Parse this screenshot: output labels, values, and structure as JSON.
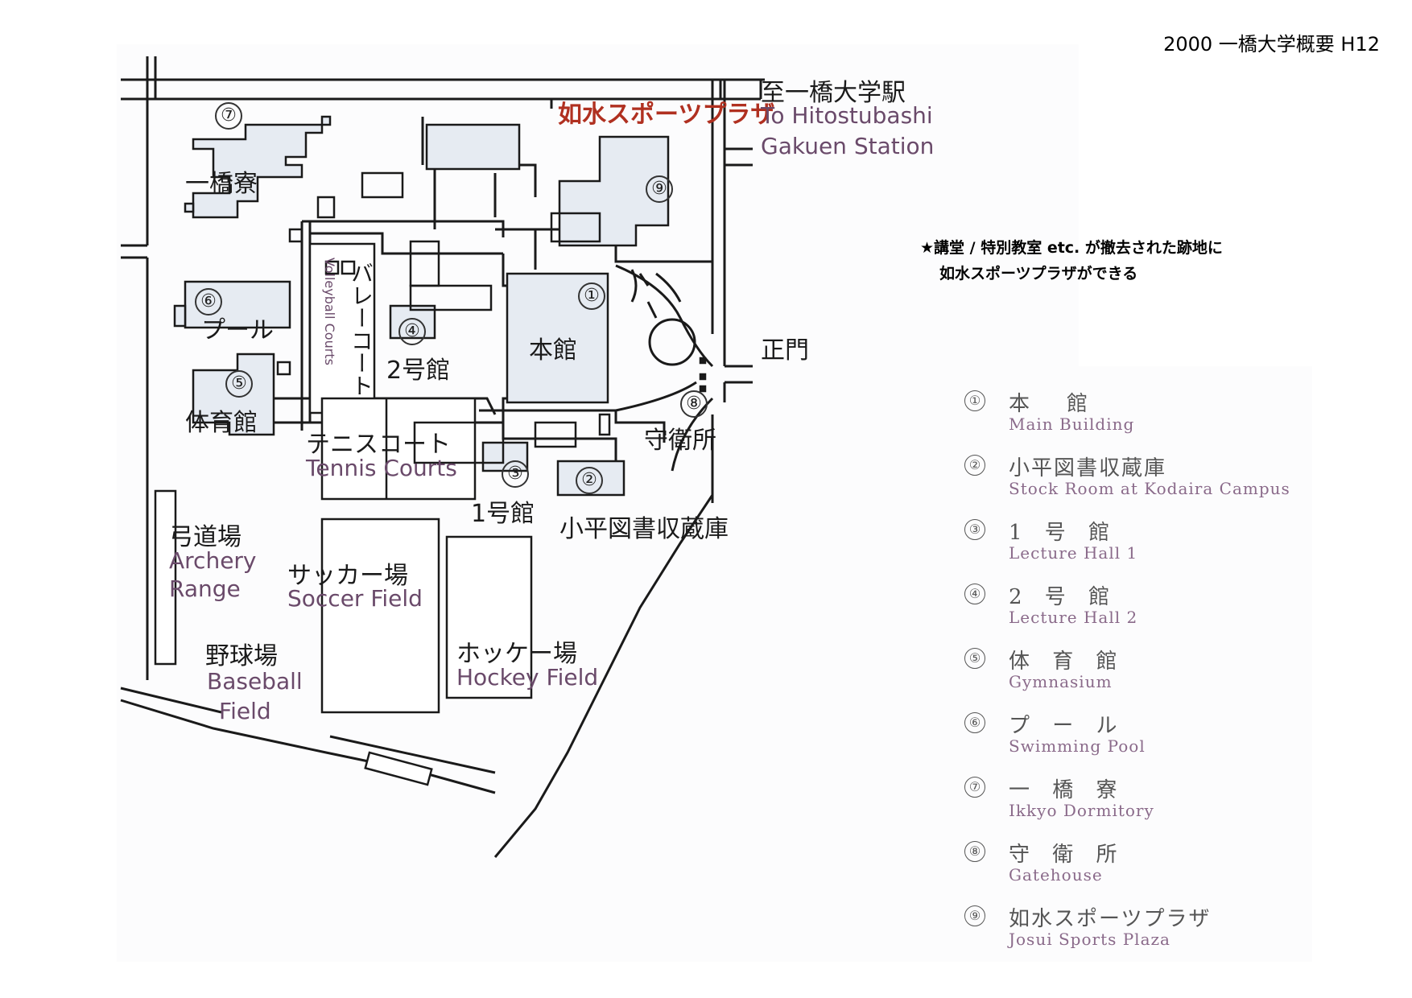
{
  "doc_title": "2000 一橋大学概要 H12",
  "note": {
    "line1": "★講堂 / 特別教室 etc. が撤去された跡地に",
    "line2": "如水スポーツプラザができる"
  },
  "highlight_label": "如水スポーツプラザ",
  "station": {
    "jp": "至一橋大学駅",
    "en1": "To Hitostubashi",
    "en2": "Gakuen Station"
  },
  "main_gate": "正門",
  "map_labels": {
    "dorm": "一橋寮",
    "pool": "プール",
    "gym": "体育館",
    "volleyball_jp": "バレーコート",
    "volleyball_en": "Volleyball Courts",
    "hall2": "2号館",
    "main_building": "本館",
    "tennis_jp": "テニスコート",
    "tennis_en": "Tennis Courts",
    "hall1": "1号館",
    "library": "小平図書収蔵庫",
    "gatehouse": "守衛所",
    "archery_jp": "弓道場",
    "archery_en1": "Archery",
    "archery_en2": "Range",
    "soccer_jp": "サッカー場",
    "soccer_en": "Soccer Field",
    "baseball_jp": "野球場",
    "baseball_en1": "Baseball",
    "baseball_en2": "Field",
    "hockey_jp": "ホッケー場",
    "hockey_en": "Hockey Field"
  },
  "numbers": [
    "①",
    "②",
    "③",
    "④",
    "⑤",
    "⑥",
    "⑦",
    "⑧",
    "⑨"
  ],
  "legend": [
    {
      "num": "①",
      "jp": "本　館",
      "en": "Main Building"
    },
    {
      "num": "②",
      "jp": "小平図書収蔵庫",
      "en": "Stock Room at Kodaira Campus"
    },
    {
      "num": "③",
      "jp": "1 号 館",
      "en": "Lecture Hall 1"
    },
    {
      "num": "④",
      "jp": "2 号 館",
      "en": "Lecture Hall 2"
    },
    {
      "num": "⑤",
      "jp": "体 育 館",
      "en": "Gymnasium"
    },
    {
      "num": "⑥",
      "jp": "プ ー ル",
      "en": "Swimming Pool"
    },
    {
      "num": "⑦",
      "jp": "一 橋 寮",
      "en": "Ikkyo Dormitory"
    },
    {
      "num": "⑧",
      "jp": "守 衛 所",
      "en": "Gatehouse"
    },
    {
      "num": "⑨",
      "jp": "如水スポーツプラザ",
      "en": "Josui Sports Plaza"
    }
  ],
  "colors": {
    "building_fill": "#e6ebf2",
    "line": "#1a1a1a",
    "highlight": "#b03020",
    "english_label": "#6a4a6a"
  }
}
